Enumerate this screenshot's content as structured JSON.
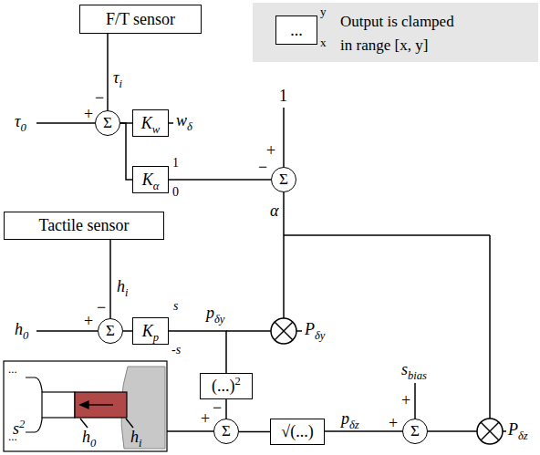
{
  "diagram": {
    "nodes": [
      {
        "text": [
          "F/T sensor"
        ]
      },
      {
        "text": [
          "Output is clamped in range [x, y]"
        ]
      },
      {
        "text": [
          "..."
        ],
        "in": 1
      },
      {
        "text": [
          "Σ"
        ]
      },
      {
        "text": [
          "Kw"
        ]
      },
      {
        "text": [
          "Kα"
        ]
      },
      {
        "text": [
          "Σ"
        ]
      },
      {
        "text": [
          "Tactile sensor"
        ]
      },
      {
        "text": [
          "Σ"
        ]
      },
      {
        "text": [
          "Kp"
        ]
      },
      {
        "text": [
          "(...)2"
        ]
      },
      {
        "text": [
          "Σ"
        ]
      },
      {
        "text": [
          "√(...)"
        ]
      },
      {
        "text": [
          "Σ"
        ]
      }
    ],
    "edges": [
      {
        "from": 0,
        "to": 3,
        "arrow": "none"
      },
      {
        "from": 3,
        "to": 4,
        "arrow": "none"
      },
      {
        "from": 3,
        "to": 5,
        "arrow": "none"
      },
      {
        "from": 5,
        "to": 6,
        "arrow": "none"
      },
      {
        "from": 7,
        "to": 8,
        "arrow": "none"
      },
      {
        "from": 8,
        "to": 9,
        "arrow": "none"
      },
      {
        "from": 9,
        "to": 10,
        "arrow": "none"
      },
      {
        "from": 10,
        "to": 11,
        "arrow": "none"
      },
      {
        "from": 11,
        "to": 12,
        "arrow": "none"
      },
      {
        "from": 12,
        "to": 13,
        "arrow": "none"
      }
    ],
    "labels": [
      "+",
      "τ0",
      "−",
      "τi",
      "wδ",
      "1",
      "0",
      "1",
      "+",
      "−",
      "α",
      "h0",
      "+",
      "hi",
      "−",
      "s",
      "-s",
      "pδy",
      "Pδy",
      "s2",
      "+",
      "−",
      "pδz",
      "sbias",
      "+",
      "+",
      "Pδz",
      "y",
      "x",
      "h0",
      "hi",
      "...",
      "..."
    ]
  }
}
